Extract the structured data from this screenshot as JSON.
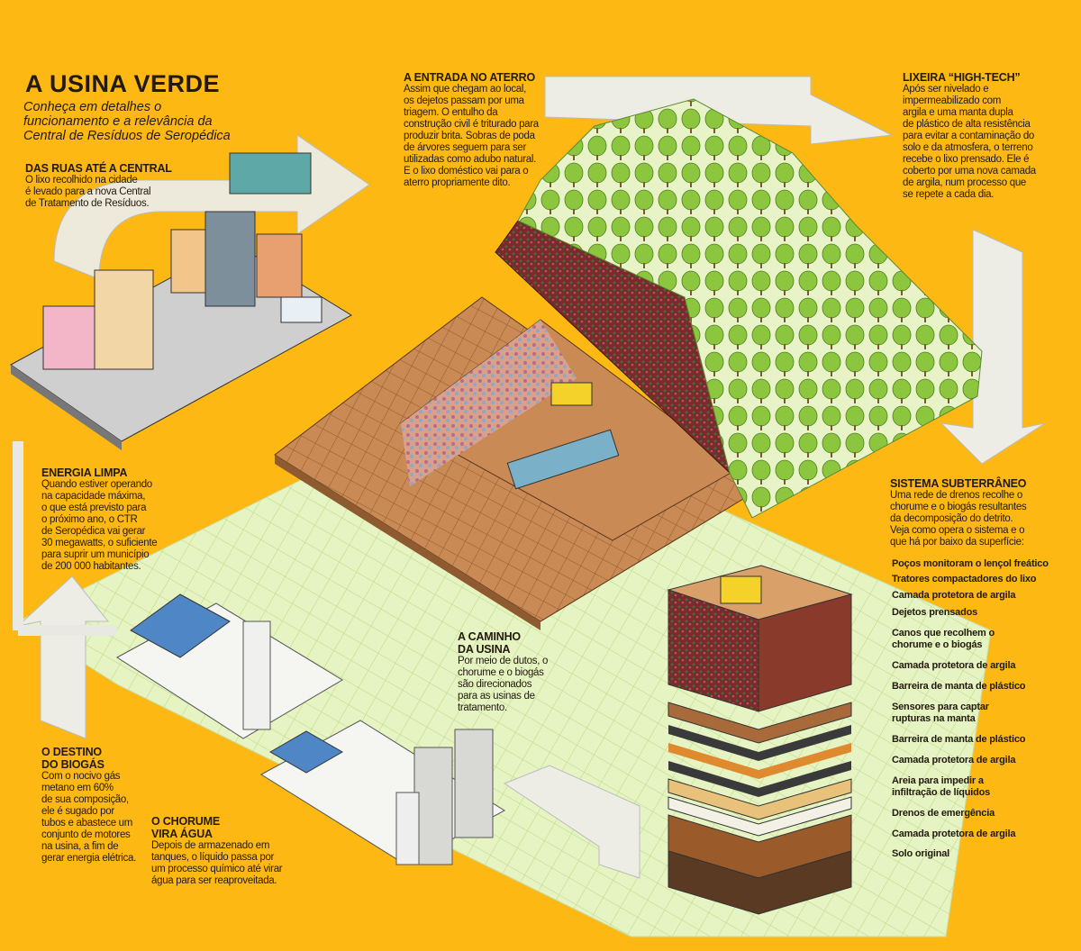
{
  "header": {
    "title": "A USINA VERDE",
    "subtitle": "Conheça em detalhes o\nfuncionamento e a relevância da\nCentral de Resíduos de Seropédica"
  },
  "sections": {
    "ruas": {
      "title": "DAS RUAS ATÉ A CENTRAL",
      "body": "O lixo recolhido na cidade\né levado para a nova Central\nde Tratamento de Resíduos."
    },
    "entrada": {
      "title": "A ENTRADA NO ATERRO",
      "body": "Assim que chegam ao local,\nos dejetos passam por uma\ntriagem. O entulho da\nconstrução civil é triturado para\nproduzir brita. Sobras de poda\nde árvores seguem para ser\nutilizadas como adubo natural.\nE o lixo doméstico vai para o\naterro propriamente dito."
    },
    "lixeira": {
      "title": "LIXEIRA “HIGH-TECH”",
      "body": "Após ser nivelado e\nimpermeabilizado com\nargila e uma manta dupla\nde plástico de alta resistência\npara evitar a contaminação do\nsolo e da atmosfera, o terreno\nrecebe o lixo prensado. Ele é\ncoberto por uma nova camada\nde argila, num processo que\nse repete a cada dia."
    },
    "energia": {
      "title": "ENERGIA LIMPA",
      "body": "Quando estiver operando\nna capacidade máxima,\no que está previsto para\no próximo ano, o CTR\nde Seropédica vai gerar\n30 megawatts, o suficiente\npara suprir um município\nde 200 000 habitantes."
    },
    "biogas": {
      "title": "O DESTINO\nDO BIOGÁS",
      "body": "Com o nocivo gás\nmetano em 60%\nde sua composição,\nele é sugado por\ntubos e abastece um\nconjunto de motores\nna usina, a fim de\ngerar energia elétrica."
    },
    "chorume": {
      "title": "O CHORUME\nVIRA ÁGUA",
      "body": "Depois de armazenado em\ntanques, o líquido passa por\num processo químico até virar\nágua para ser reaproveitada."
    },
    "caminho": {
      "title": "A CAMINHO\nDA USINA",
      "body": "Por meio de dutos, o\nchorume e o biogás\nsão direcionados\npara as usinas de\ntratamento."
    },
    "subterraneo": {
      "title": "SISTEMA SUBTERRÂNEO",
      "body": "Uma rede de drenos recolhe o\nchorume e o biogás resultantes\nda decomposição do detrito.\nVeja como opera o sistema e o\nque há por baixo da superfície:"
    }
  },
  "layers": [
    "Poços monitoram o lençol freático",
    "Tratores compactadores do lixo",
    "Camada protetora de argila",
    "Dejetos prensados",
    "Canos que recolhem o\nchorume e o biogás",
    "Camada protetora de argila",
    "Barreira de manta de plástico",
    "Sensores para captar\nrupturas na manta",
    "Barreira de manta de plástico",
    "Camada protetora de argila",
    "Areia para impedir a\ninfiltração de líquidos",
    "Drenos de emergência",
    "Camada protetora de argila",
    "Solo original"
  ],
  "colors": {
    "background": "#FDB813",
    "ground": "#E4F1BE",
    "clay": "#C98A55",
    "trees": "#8CC63F"
  }
}
